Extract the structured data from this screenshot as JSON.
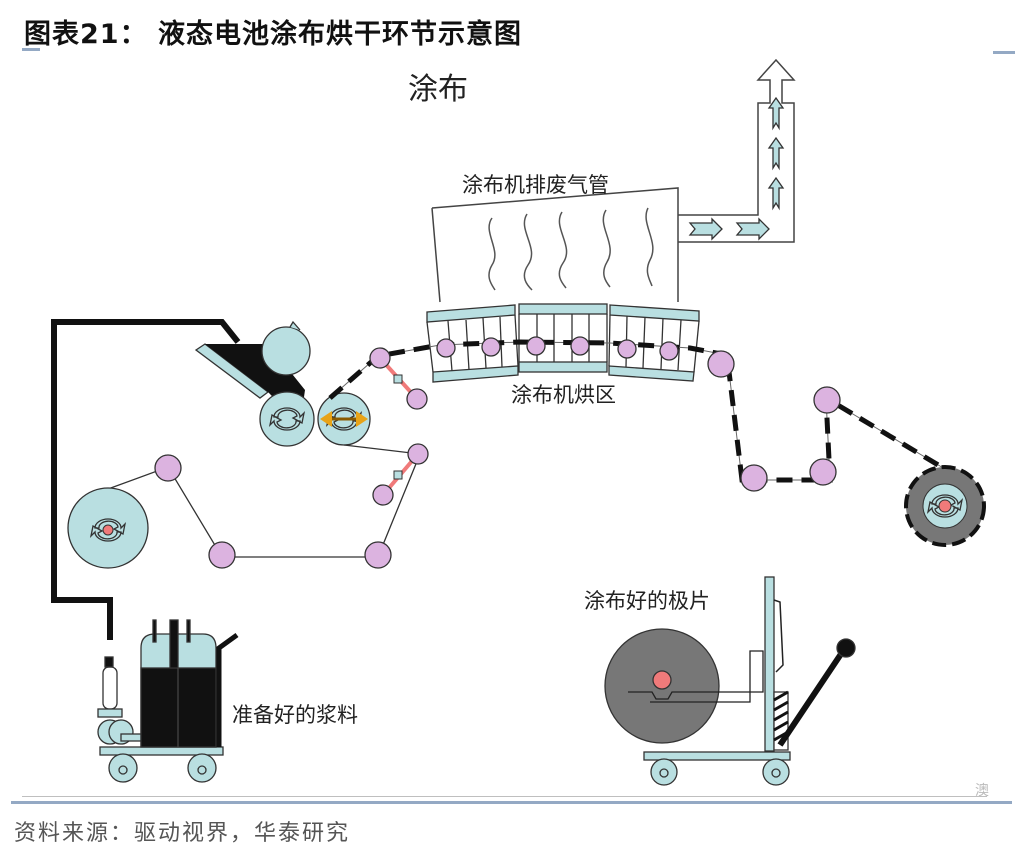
{
  "figure": {
    "title": "图表21：  液态电池涂布烘干环节示意图",
    "source": "资料来源：驱动视界，华泰研究",
    "watermark": "澳"
  },
  "diagram": {
    "heading": "涂布",
    "labels": {
      "exhaust_pipe": "涂布机排废气管",
      "drying_zone": "涂布机烘区",
      "prepared_slurry": "准备好的浆料",
      "coated_electrode": "涂布好的极片"
    },
    "colors": {
      "roller_fill": "#b9dfe1",
      "idler_fill": "#dcb3e0",
      "hub_fill": "#f07a7a",
      "arm_color": "#f07a7a",
      "slurry_black": "#111111",
      "rewind_gray": "#777777",
      "accent_rule": "#94a9c4",
      "arrow_orange": "#e8a317"
    },
    "icons": [
      "rotation-arrows-icon",
      "double-arrow-icon",
      "up-arrow-icon",
      "right-arrow-icon"
    ]
  }
}
